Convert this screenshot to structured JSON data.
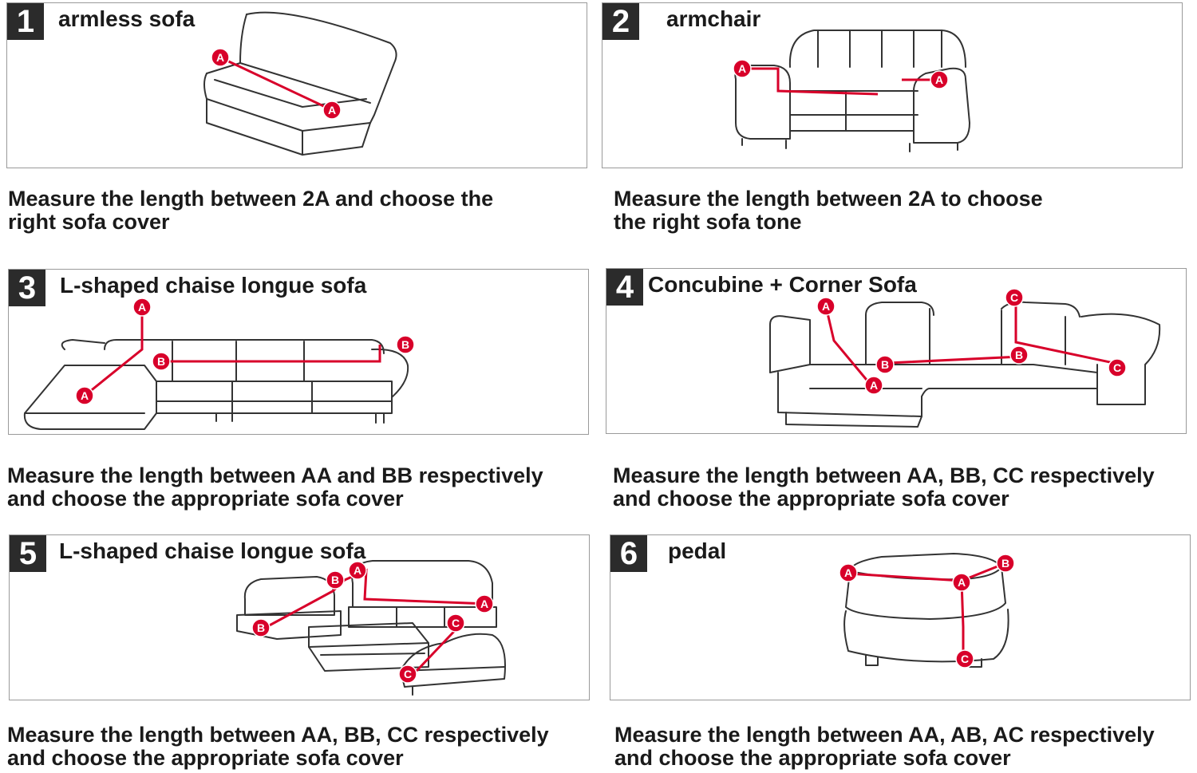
{
  "panels": [
    {
      "number": "1",
      "title": "armless sofa",
      "desc": [
        "Measure the length between 2A and choose the",
        "right sofa cover"
      ]
    },
    {
      "number": "2",
      "title": "armchair",
      "desc": [
        "Measure the length between 2A to choose",
        "the right sofa tone"
      ]
    },
    {
      "number": "3",
      "title": "L-shaped chaise longue sofa",
      "desc": [
        "Measure the length between AA and BB respectively",
        "and choose the appropriate sofa cover"
      ]
    },
    {
      "number": "4",
      "title": "Concubine + Corner Sofa",
      "desc": [
        "Measure the length between AA, BB, CC respectively",
        "and choose the appropriate sofa cover"
      ]
    },
    {
      "number": "5",
      "title": "L-shaped chaise longue sofa",
      "desc": [
        "Measure the length between AA, BB, CC respectively",
        "and choose the appropriate sofa cover"
      ]
    },
    {
      "number": "6",
      "title": "pedal",
      "desc": [
        "Measure the length between AA, AB, AC respectively",
        "and choose the appropriate sofa cover"
      ]
    }
  ],
  "markers": {
    "a": "A",
    "b": "B",
    "c": "C"
  },
  "colors": {
    "accent": "#d8002a",
    "badge": "#2b2b2b",
    "border": "#9a9a9a"
  }
}
